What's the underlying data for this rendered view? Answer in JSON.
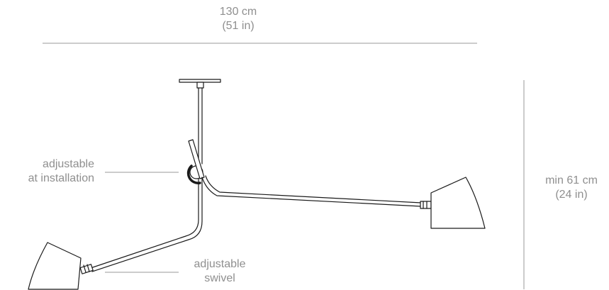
{
  "dimensions": {
    "width_line1": "130 cm",
    "width_line2": "(51 in)",
    "height_line1": "min 61 cm",
    "height_line2": "(24 in)"
  },
  "callouts": {
    "installation_line1": "adjustable",
    "installation_line2": "at installation",
    "swivel_line1": "adjustable",
    "swivel_line2": "swivel"
  },
  "colors": {
    "lamp_stroke": "#1a1a1a",
    "guide_line": "#9a9a9a",
    "label_text": "#8f8f8f"
  }
}
